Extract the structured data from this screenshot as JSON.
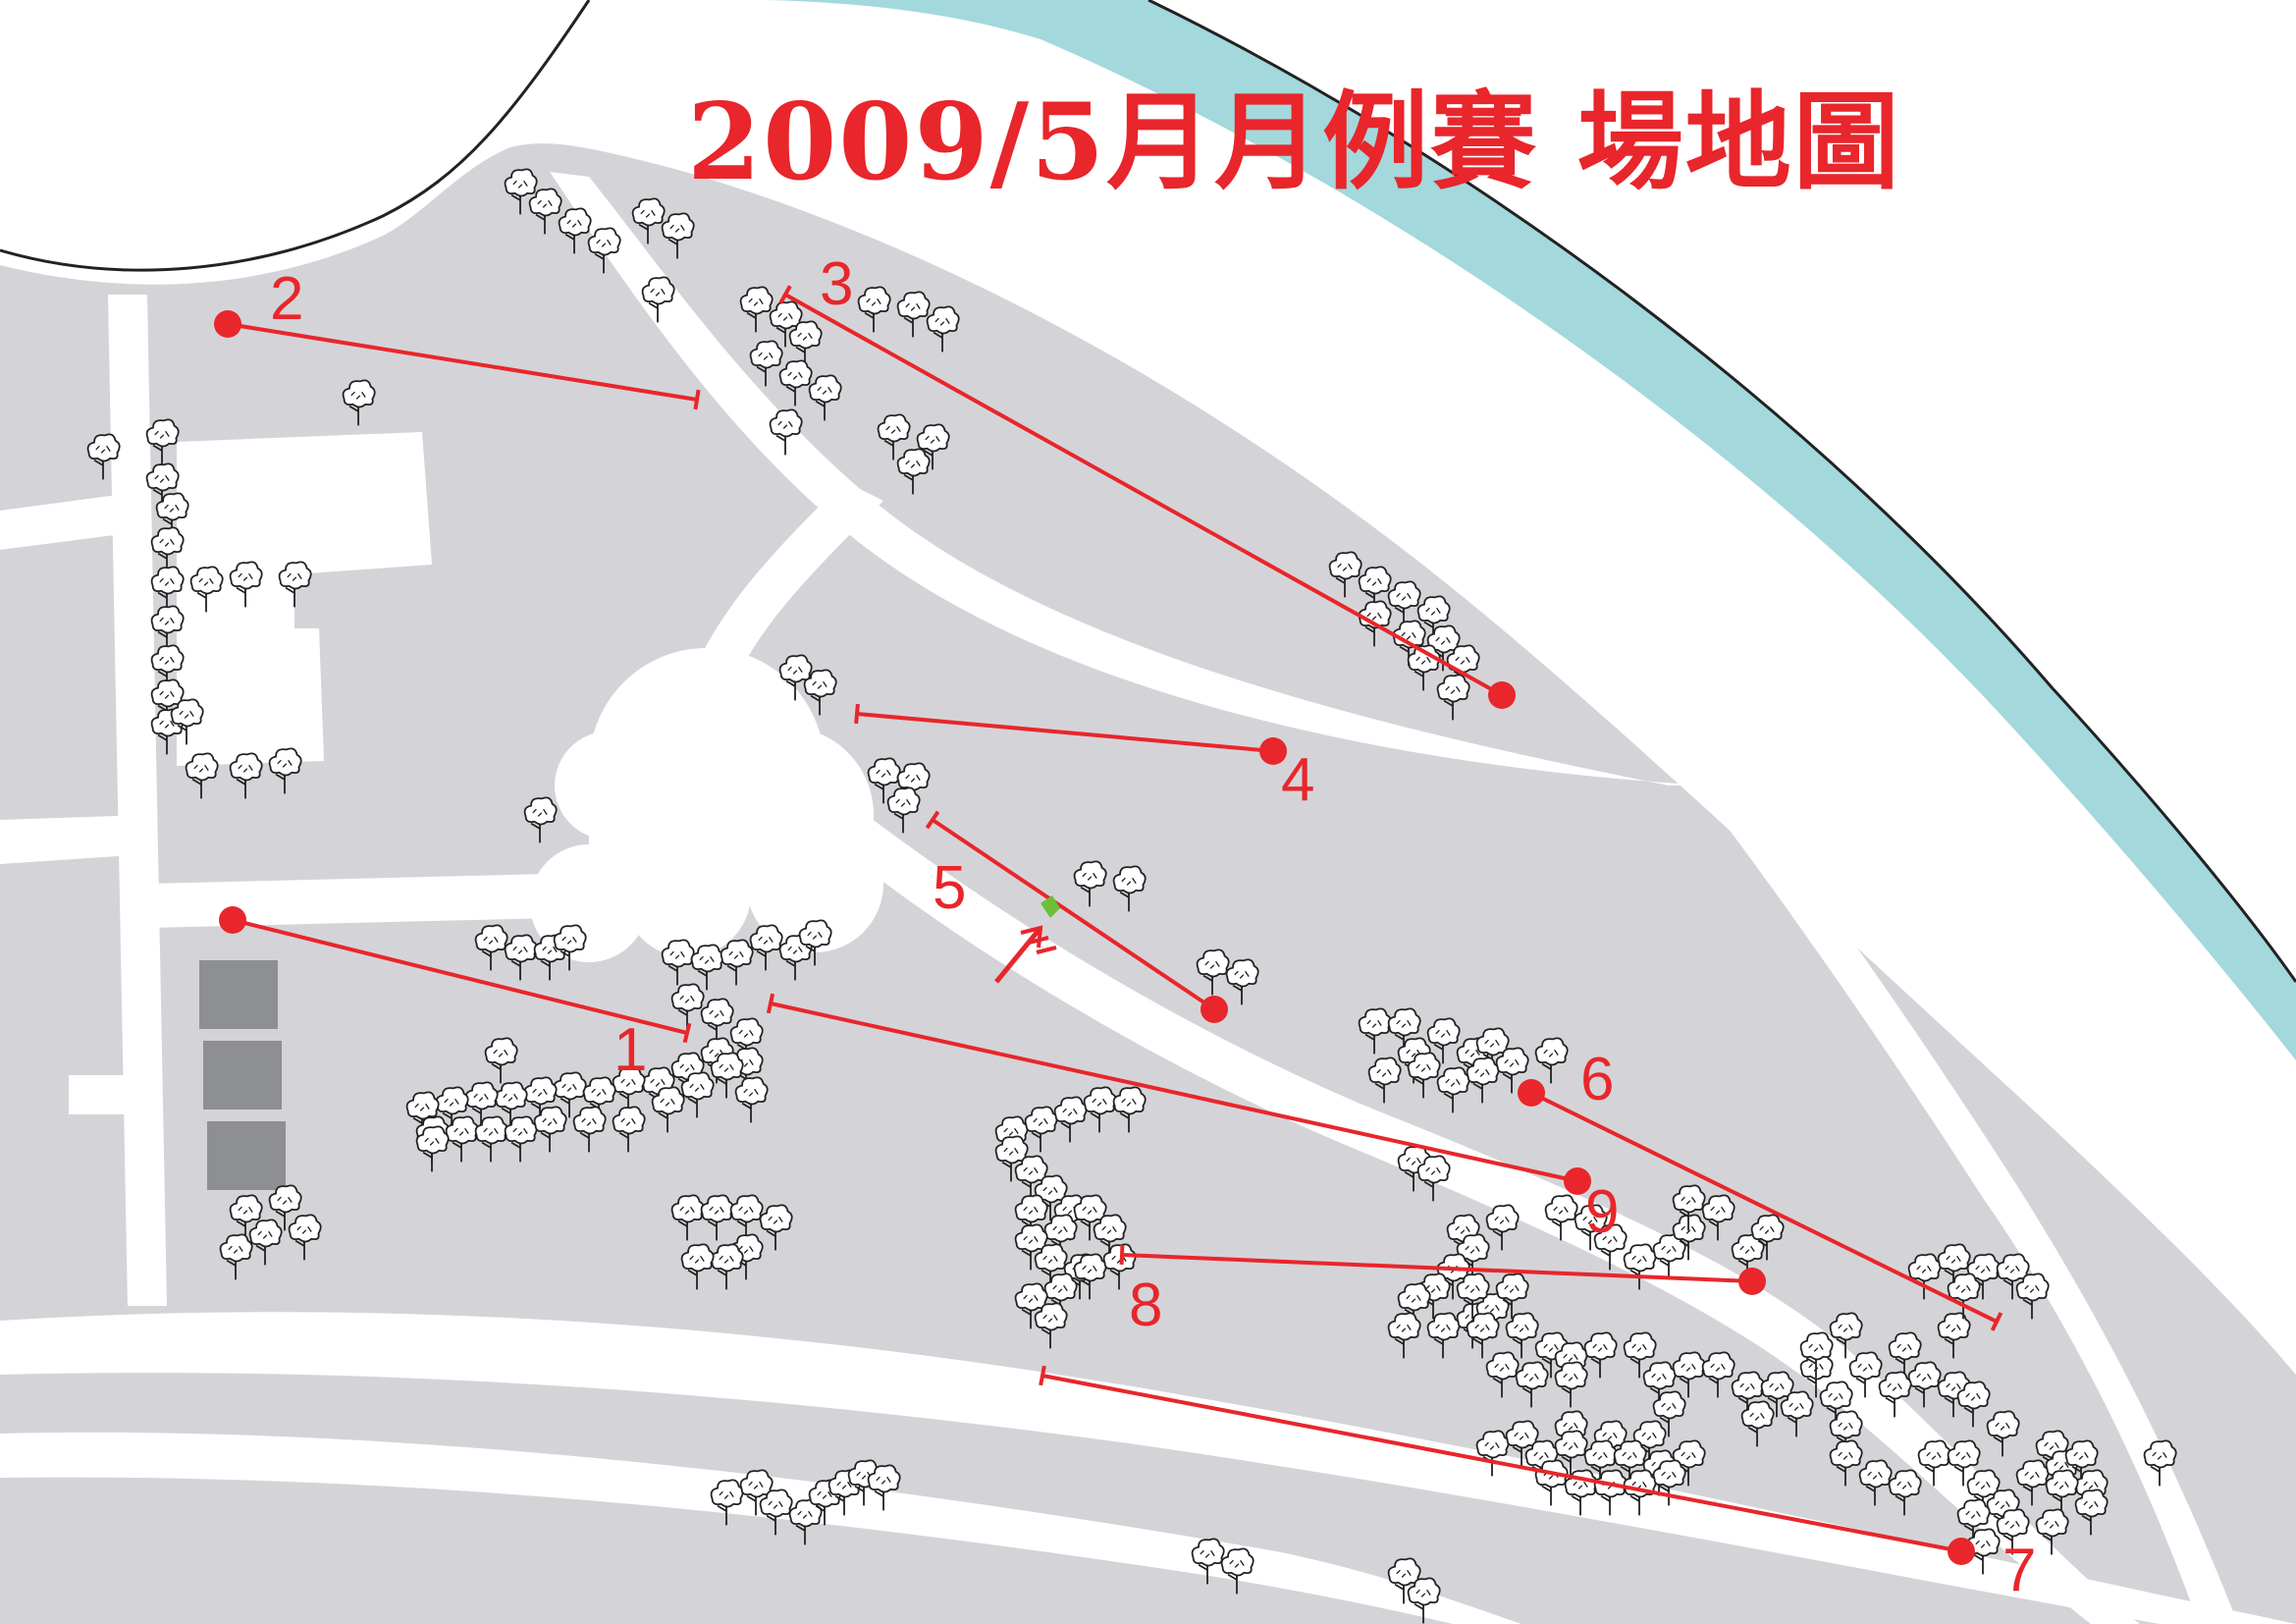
{
  "title": "2009/5月月例賽 場地圖",
  "colors": {
    "water": "#a3d8dc",
    "grass": "#d4d4d8",
    "path": "#ffffff",
    "course_line": "#e8262b",
    "building": "#8d8f91",
    "tree": "#222222",
    "marker": "#6bbf3a"
  },
  "holes": [
    {
      "number": "1"
    },
    {
      "number": "2"
    },
    {
      "number": "3"
    },
    {
      "number": "4"
    },
    {
      "number": "5"
    },
    {
      "number": "6"
    },
    {
      "number": "7"
    },
    {
      "number": "8"
    },
    {
      "number": "9"
    }
  ]
}
